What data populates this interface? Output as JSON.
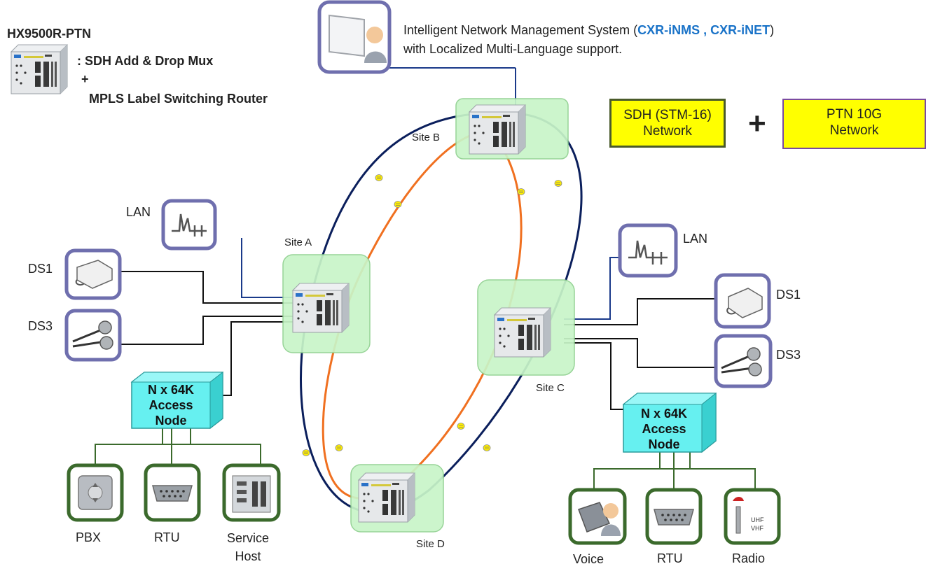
{
  "product": {
    "model": "HX9500R-PTN",
    "line1": ": SDH Add & Drop Mux",
    "plus": "+",
    "line2": "MPLS Label Switching Router"
  },
  "nms": {
    "prefix": "Intelligent Network  Management System (",
    "brand": "CXR-iNMS , CXR-iNET",
    "suffix": ")",
    "line2": "with Localized Multi-Language support."
  },
  "legend": {
    "sdh_line1": "SDH (STM-16)",
    "sdh_line2": "Network",
    "plus": "+",
    "ptn_line1": "PTN 10G",
    "ptn_line2": "Network"
  },
  "sites": {
    "a": "Site A",
    "b": "Site B",
    "c": "Site C",
    "d": "Site D"
  },
  "left_interfaces": {
    "lan": "LAN",
    "ds1": "DS1",
    "ds3": "DS3"
  },
  "right_interfaces": {
    "lan": "LAN",
    "ds1": "DS1",
    "ds3": "DS3"
  },
  "access_node_left": {
    "line1": "N x 64K",
    "line2": "Access",
    "line3": "Node"
  },
  "access_node_right": {
    "line1": "N x 64K",
    "line2": "Access",
    "line3": "Node"
  },
  "left_endpoints": {
    "pbx": "PBX",
    "rtu": "RTU",
    "service_line1": "Service",
    "service_line2": "Host"
  },
  "right_endpoints": {
    "voice": "Voice",
    "rtu": "RTU",
    "radio": "Radio",
    "uhf": "UHF",
    "vhf": "VHF"
  },
  "colors": {
    "sdh_ring": "#0b1f5c",
    "ptn_ring": "#f07020",
    "legend_fill": "#ffff00",
    "site_fill": "#c8f5c8",
    "access_node": "#66f0f0",
    "interface_frame": "#6f6fae",
    "endpoint_frame": "#3b6a2c",
    "brand_blue": "#1a73c8"
  }
}
